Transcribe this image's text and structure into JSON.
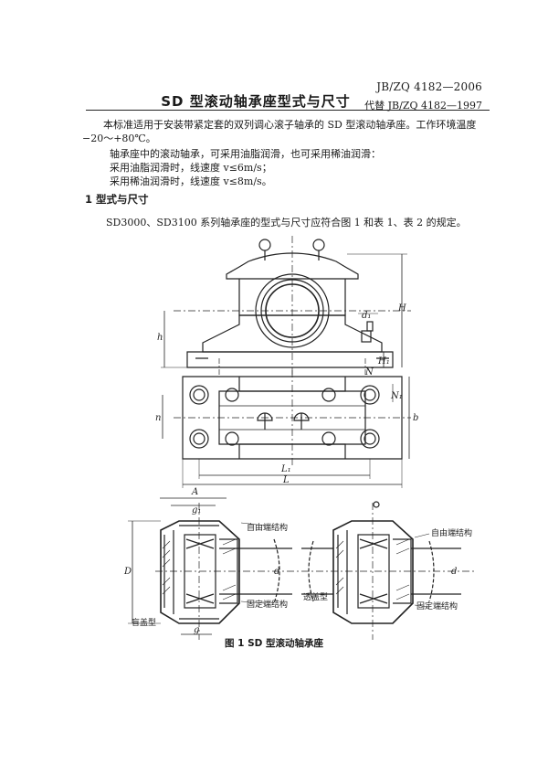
{
  "header": {
    "standard_number": "JB/ZQ 4182—2006",
    "replaces": "代替 JB/ZQ 4182—1997",
    "title": "SD 型滚动轴承座型式与尺寸"
  },
  "intro": {
    "line1": "本标准适用于安装带紧定套的双列调心滚子轴承的 SD 型滚动轴承座。工作环境温度",
    "line2": "−20～+80℃。",
    "line3": "轴承座中的滚动轴承，可采用油脂润滑，也可采用稀油润滑：",
    "line4": "采用油脂润滑时，线速度 v≤6m/s；",
    "line5": "采用稀油润滑时，线速度 v≤8m/s。"
  },
  "section1": {
    "heading": "1  型式与尺寸",
    "text": "SD3000、SD3100 系列轴承座的型式与尺寸应符合图 1 和表 1、表 2 的规定。"
  },
  "figure": {
    "dims": {
      "H": "H",
      "h": "h",
      "H1": "H₁",
      "d1": "d₁",
      "N": "N",
      "N1": "N₁",
      "n": "n",
      "b": "b",
      "L1": "L₁",
      "L": "L",
      "A": "A",
      "g1": "g₁",
      "D": "D",
      "d": "d",
      "g": "g"
    },
    "labels": {
      "free_end_left": "自由端结构",
      "fixed_end_left": "固定端结构",
      "cover_type_left": "盲盖型",
      "free_end_right": "自由端结构",
      "fixed_end_right": "固定端结构",
      "through_cover": "透盖型"
    },
    "caption": "图 1  SD 型滚动轴承座"
  }
}
